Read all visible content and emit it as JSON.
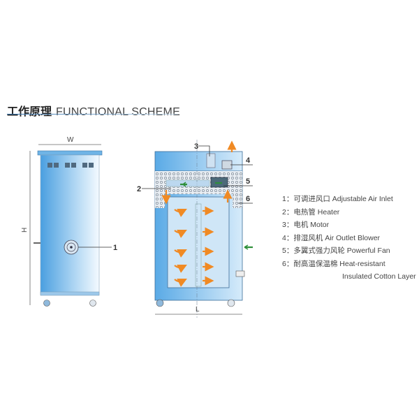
{
  "title": {
    "cn": "工作原理",
    "en": "FUNCTIONAL SCHEME"
  },
  "front_view": {
    "width_label": "W",
    "height_label": "H",
    "callout": "1"
  },
  "side_view": {
    "length_label": "L",
    "callouts": [
      "2",
      "3",
      "4",
      "5",
      "6"
    ]
  },
  "legend": [
    {
      "num": "1：",
      "cn": "可调进风口",
      "en": "Adjustable Air Inlet"
    },
    {
      "num": "2：",
      "cn": "电热管",
      "en": "Heater"
    },
    {
      "num": "3：",
      "cn": "电机",
      "en": "Motor"
    },
    {
      "num": "4：",
      "cn": "排湿风机",
      "en": "Air Outlet Blower"
    },
    {
      "num": "5：",
      "cn": "多翼式强力风轮",
      "en": "Powerful Fan"
    },
    {
      "num": "6：",
      "cn": "耐高温保温棉",
      "en": "Heat-resistant"
    }
  ],
  "legend_continuation": "Insulated Cotton Layer",
  "colors": {
    "body_blue": "#4a9fe0",
    "body_light": "#e8f4fc",
    "arrow_orange": "#f08a24",
    "arrow_green": "#2f8f3a"
  }
}
